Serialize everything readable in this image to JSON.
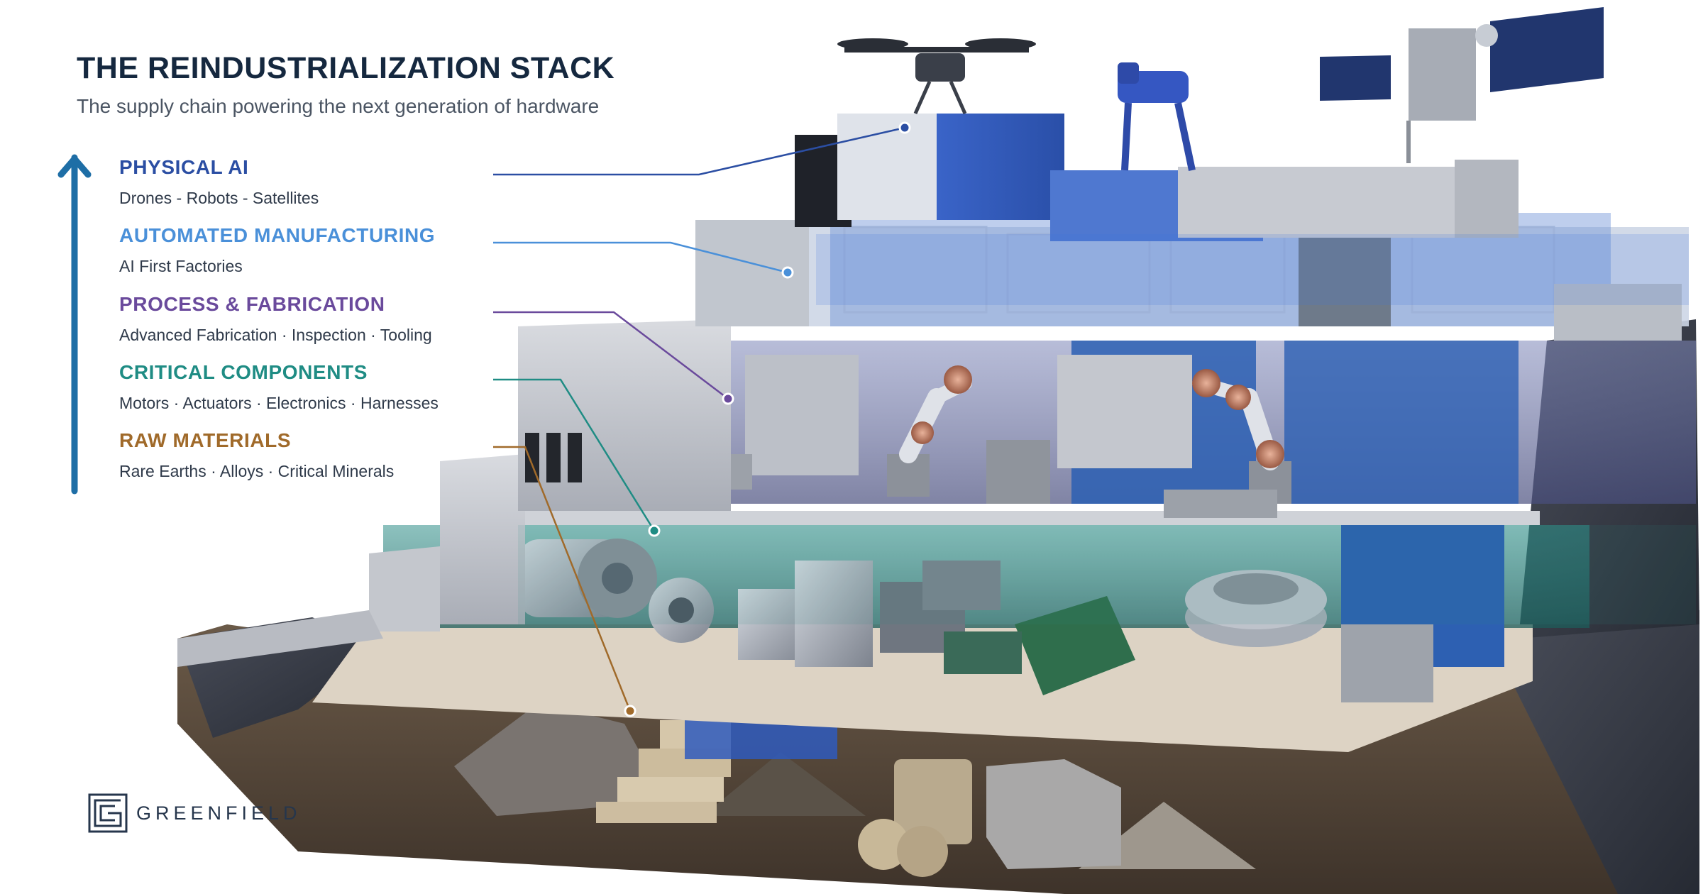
{
  "header": {
    "title": "THE REINDUSTRIALIZATION STACK",
    "subtitle": "The supply chain powering the next generation of hardware"
  },
  "layers": [
    {
      "name": "PHYSICAL AI",
      "description": "Drones - Robots - Satellites",
      "color": "#2b4ea3"
    },
    {
      "name": "AUTOMATED MANUFACTURING",
      "description": "AI First Factories",
      "color": "#4a90d9"
    },
    {
      "name": "PROCESS & FABRICATION",
      "description": "Advanced Fabrication · Inspection · Tooling",
      "color": "#6a4a9c"
    },
    {
      "name": "CRITICAL COMPONENTS",
      "description": "Motors · Actuators · Electronics · Harnesses",
      "color": "#1f8c84"
    },
    {
      "name": "RAW MATERIALS",
      "description": "Rare Earths · Alloys · Critical Minerals",
      "color": "#a06a2a"
    }
  ],
  "arrow": {
    "color": "#1e6ea6"
  },
  "brand": {
    "name": "GREENFIELD",
    "color": "#26364c"
  }
}
